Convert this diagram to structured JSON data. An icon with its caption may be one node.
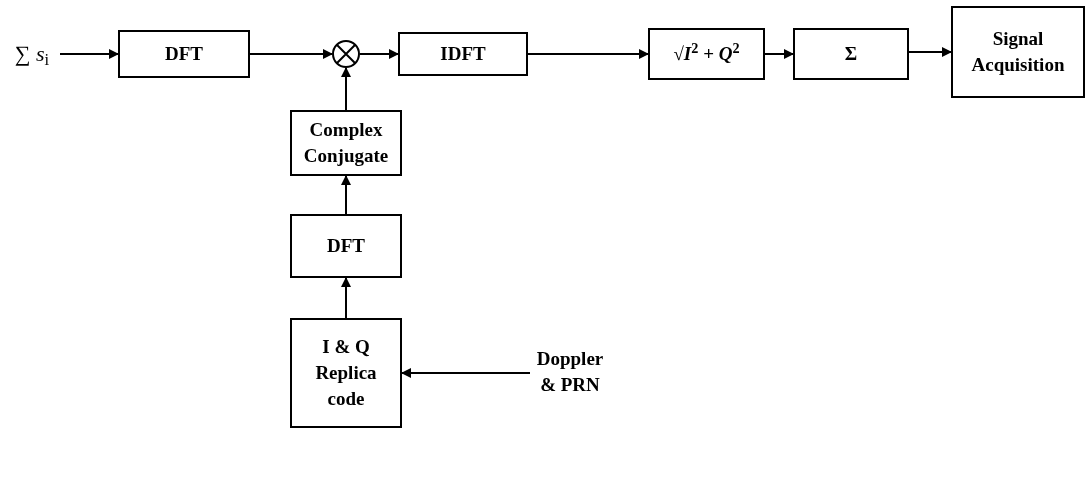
{
  "diagram": {
    "nodes": [
      {
        "text": [
          "∑ *s*$_{i}$"
        ]
      },
      {
        "text": [
          "DFT"
        ]
      },
      {
        "text": [],
        "shape": "circle"
      },
      {
        "text": [
          "IDFT"
        ]
      },
      {
        "text": [
          "√*I*$^{2}$ + *Q*$^{2}$"
        ]
      },
      {
        "text": [
          "Σ"
        ]
      },
      {
        "text": [
          "Signal Acquisition"
        ]
      },
      {
        "text": [
          "Complex Conjugate"
        ]
      },
      {
        "text": [
          "DFT"
        ]
      },
      {
        "text": [
          "I & Q Replica code"
        ]
      },
      {
        "text": [
          "Doppler & PRN"
        ]
      }
    ],
    "edges": [
      {
        "from": 0,
        "to": 1,
        "arrow": "to"
      },
      {
        "from": 1,
        "to": 2,
        "arrow": "to"
      },
      {
        "from": 2,
        "to": 3,
        "arrow": "to"
      },
      {
        "from": 3,
        "to": 4,
        "arrow": "to"
      },
      {
        "from": 4,
        "to": 5,
        "arrow": "to"
      },
      {
        "from": 5,
        "to": 6,
        "arrow": "to"
      },
      {
        "from": 7,
        "to": 2,
        "arrow": "to"
      },
      {
        "from": 8,
        "to": 7,
        "arrow": "to"
      },
      {
        "from": 9,
        "to": 8,
        "arrow": "to"
      },
      {
        "from": 10,
        "to": 9,
        "arrow": "to"
      }
    ]
  }
}
